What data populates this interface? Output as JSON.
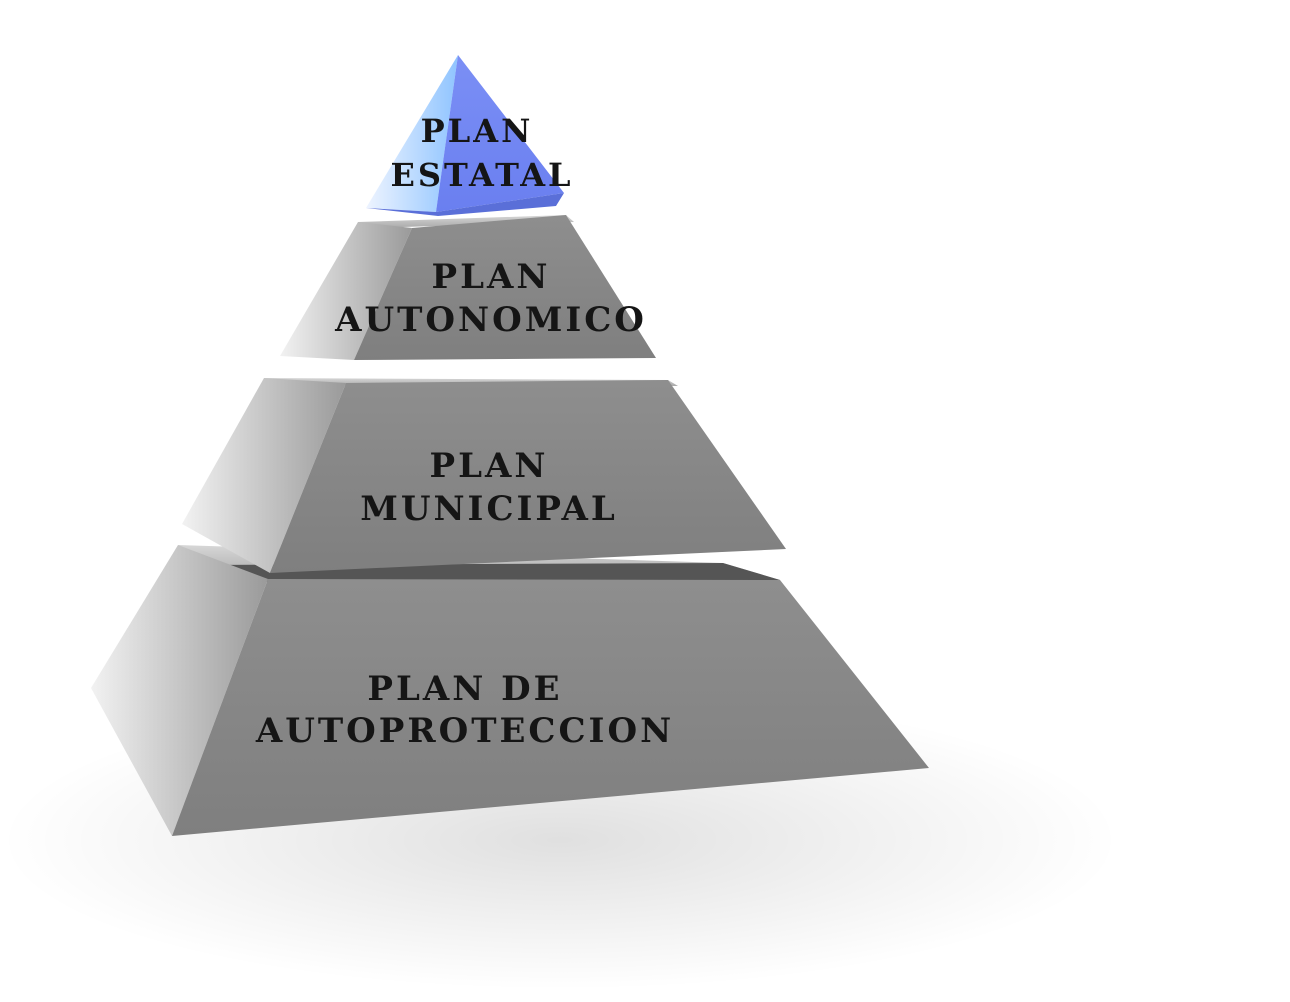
{
  "diagram": {
    "type": "pyramid",
    "levels": [
      {
        "id": "estatal",
        "lines": [
          "PLAN",
          "ESTATAL"
        ],
        "color": "#6f86f2"
      },
      {
        "id": "autonomico",
        "lines": [
          "PLAN",
          "AUTONOMICO"
        ],
        "color": "#8a8a8a"
      },
      {
        "id": "municipal",
        "lines": [
          "PLAN",
          "MUNICIPAL"
        ],
        "color": "#8a8a8a"
      },
      {
        "id": "autoproteccion",
        "lines": [
          "PLAN DE",
          "AUTOPROTECCION"
        ],
        "color": "#8a8a8a"
      }
    ]
  }
}
